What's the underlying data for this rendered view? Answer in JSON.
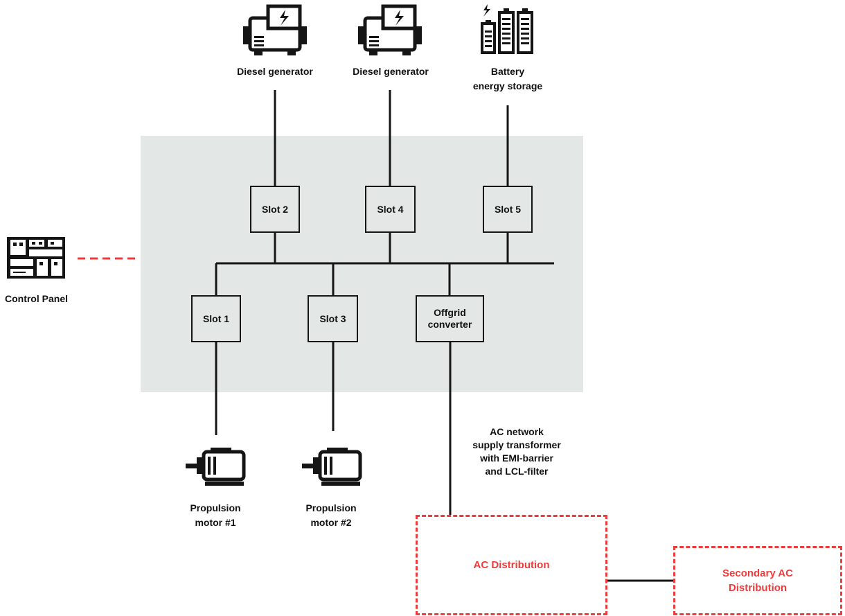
{
  "sources": {
    "gen1": "Diesel generator",
    "gen2": "Diesel generator",
    "battery_line1": "Battery",
    "battery_line2": "energy storage"
  },
  "slots": {
    "slot1": "Slot 1",
    "slot2": "Slot 2",
    "slot3": "Slot 3",
    "slot4": "Slot 4",
    "slot5": "Slot 5",
    "offgrid_line1": "Offgrid",
    "offgrid_line2": "converter"
  },
  "control_panel": "Control Panel",
  "motors": {
    "m1_line1": "Propulsion",
    "m1_line2": "motor #1",
    "m2_line1": "Propulsion",
    "m2_line2": "motor #2"
  },
  "transformer_note": [
    "AC network",
    "supply transformer",
    "with EMI-barrier",
    "and LCL-filter"
  ],
  "distribution": {
    "ac": "AC Distribution",
    "secondary_line1": "Secondary AC",
    "secondary_line2": "Distribution"
  },
  "colors": {
    "line": "#151515",
    "highlight_red": "#ef3b3b",
    "panel_bg": "#e3e8e6"
  },
  "icons": {
    "generator": "diesel-generator-icon",
    "battery": "battery-icon",
    "control_panel": "control-panel-icon",
    "motor": "electric-motor-icon"
  }
}
